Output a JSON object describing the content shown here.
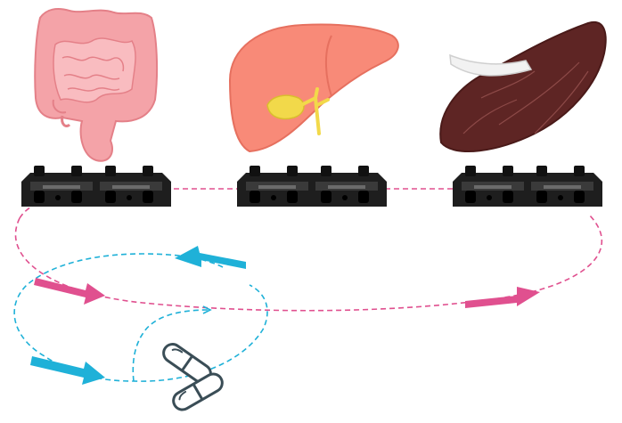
{
  "figure": {
    "organs": [
      {
        "name": "intestine",
        "color": "#f4a3a8"
      },
      {
        "name": "liver",
        "color": "#f88a78",
        "gallbladder_color": "#f2d94a"
      },
      {
        "name": "spleen",
        "color": "#5e2524"
      }
    ],
    "chips": {
      "count": 3,
      "color": "#1e1e1e"
    },
    "circuits": [
      {
        "name": "organ-circulation-loop",
        "color": "#e0508f",
        "style": "dashed"
      },
      {
        "name": "drug-uptake-loop",
        "color": "#1fb1d8",
        "style": "dashed"
      }
    ],
    "capsules": {
      "count": 2,
      "color": "#3a4d56"
    }
  }
}
